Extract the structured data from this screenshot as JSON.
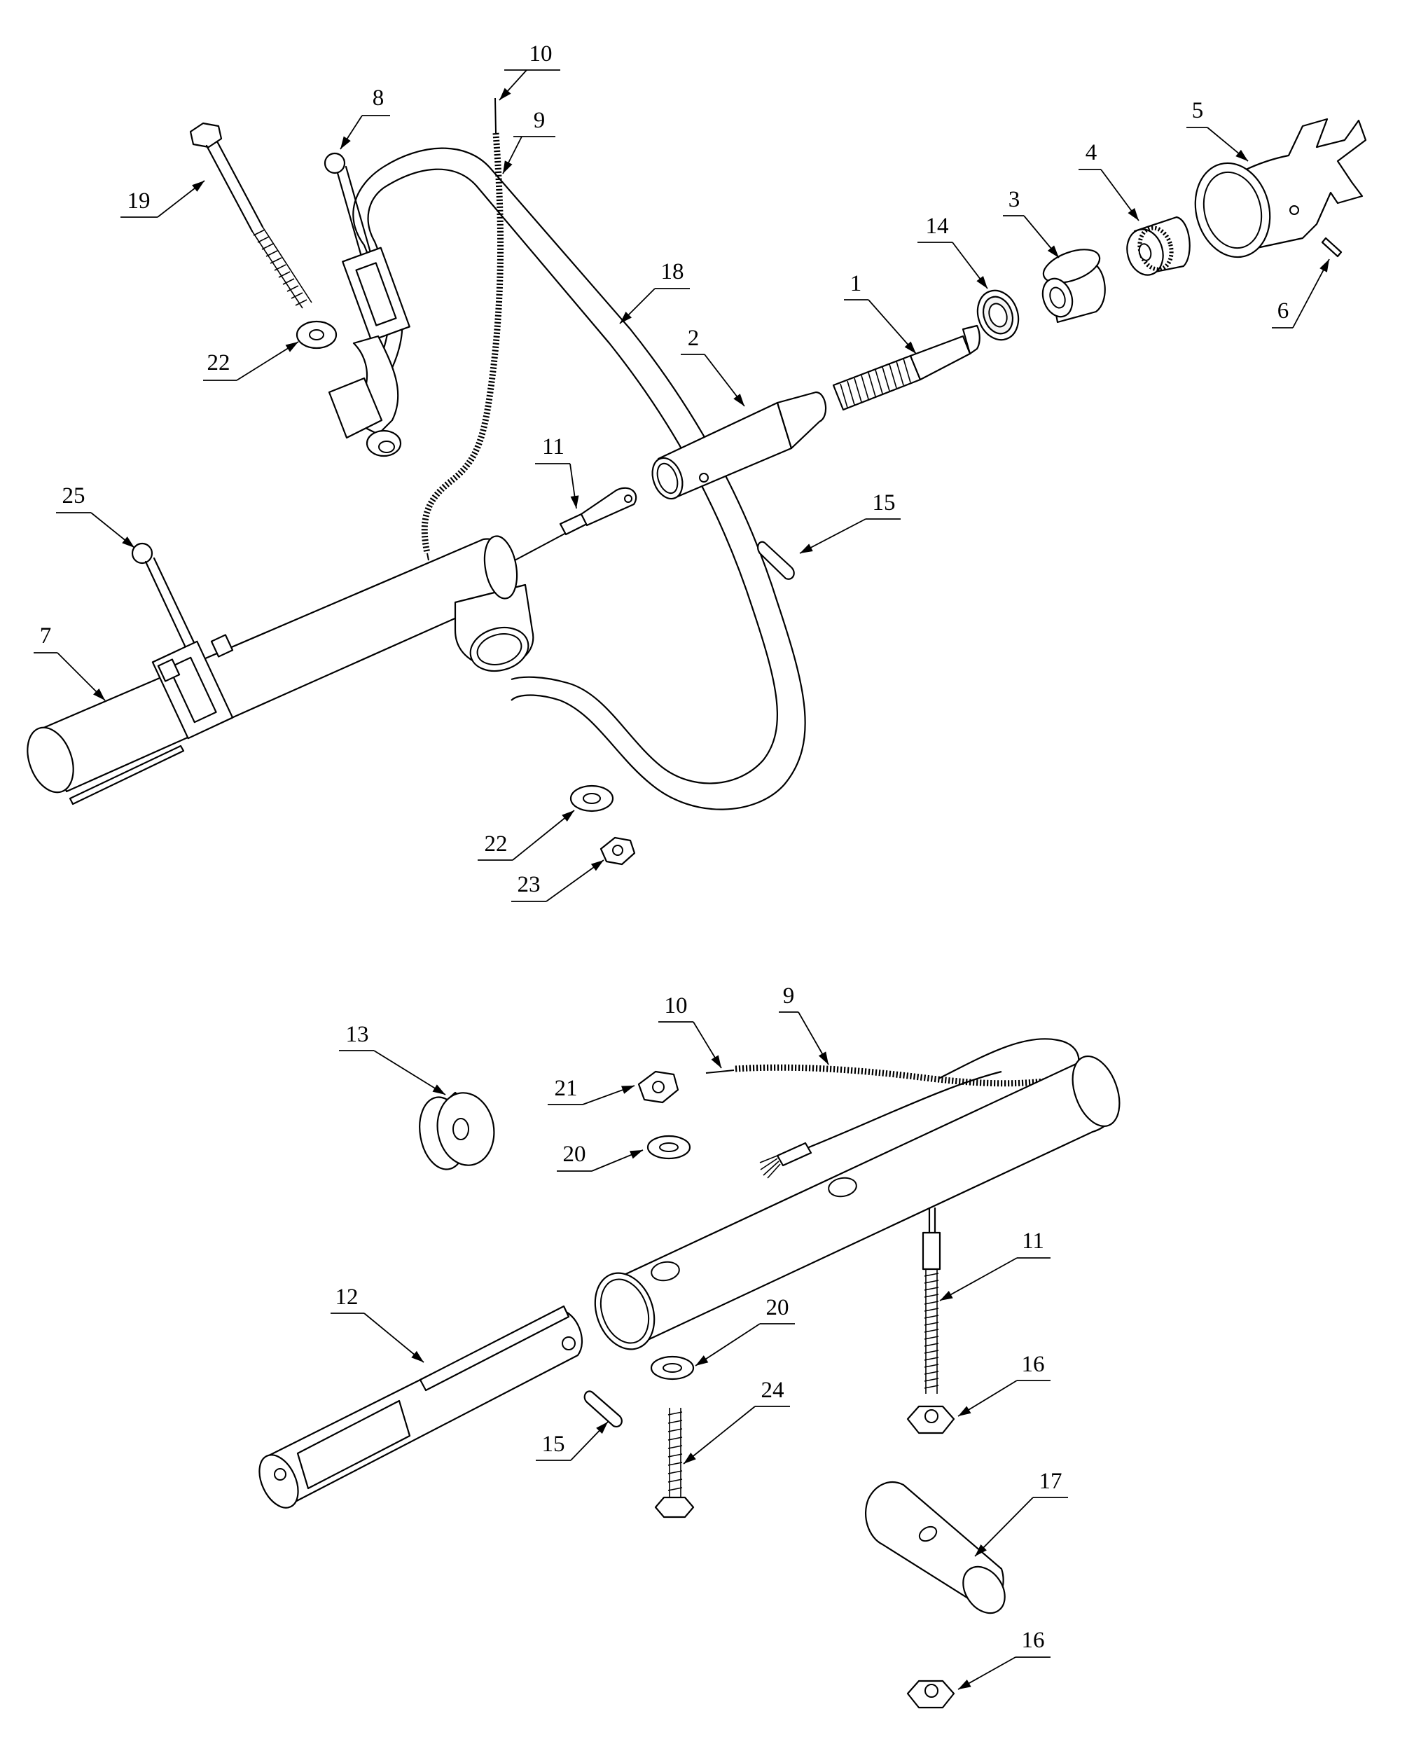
{
  "callouts": [
    {
      "id": "c10a",
      "text": "10"
    },
    {
      "id": "c9a",
      "text": "9"
    },
    {
      "id": "c8",
      "text": "8"
    },
    {
      "id": "c19",
      "text": "19"
    },
    {
      "id": "c22a",
      "text": "22"
    },
    {
      "id": "c18",
      "text": "18"
    },
    {
      "id": "c14",
      "text": "14"
    },
    {
      "id": "c3",
      "text": "3"
    },
    {
      "id": "c4",
      "text": "4"
    },
    {
      "id": "c5",
      "text": "5"
    },
    {
      "id": "c6",
      "text": "6"
    },
    {
      "id": "c1",
      "text": "1"
    },
    {
      "id": "c2",
      "text": "2"
    },
    {
      "id": "c11a",
      "text": "11"
    },
    {
      "id": "c25",
      "text": "25"
    },
    {
      "id": "c15a",
      "text": "15"
    },
    {
      "id": "c7",
      "text": "7"
    },
    {
      "id": "c22b",
      "text": "22"
    },
    {
      "id": "c23",
      "text": "23"
    },
    {
      "id": "c13",
      "text": "13"
    },
    {
      "id": "c10b",
      "text": "10"
    },
    {
      "id": "c9b",
      "text": "9"
    },
    {
      "id": "c21",
      "text": "21"
    },
    {
      "id": "c20a",
      "text": "20"
    },
    {
      "id": "c11b",
      "text": "11"
    },
    {
      "id": "c12",
      "text": "12"
    },
    {
      "id": "c20b",
      "text": "20"
    },
    {
      "id": "c24",
      "text": "24"
    },
    {
      "id": "c16a",
      "text": "16"
    },
    {
      "id": "c15b",
      "text": "15"
    },
    {
      "id": "c17",
      "text": "17"
    },
    {
      "id": "c16b",
      "text": "16"
    }
  ]
}
